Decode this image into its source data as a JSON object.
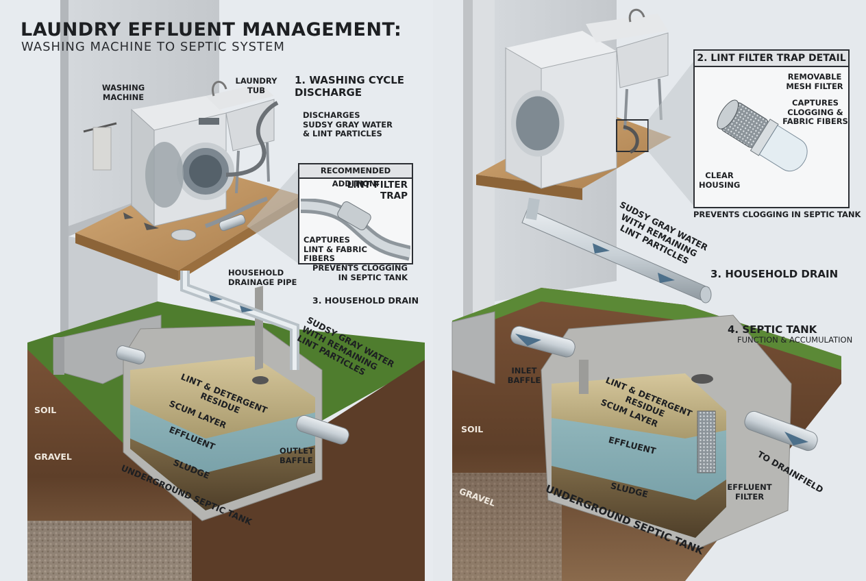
{
  "title": "LAUNDRY EFFLUENT MANAGEMENT:",
  "subtitle": "WASHING MACHINE TO SEPTIC SYSTEM",
  "left": {
    "washing_machine": "WASHING\nMACHINE",
    "laundry_tub": "LAUNDRY\nTUB",
    "step1": "1. WASHING CYCLE\nDISCHARGE",
    "discharge_note": "DISCHARGES\nSUDSY GRAY WATER\n& LINT PARTICLES",
    "callout": {
      "header": "RECOMMENDED ADDITION:",
      "title": "LINT FILTER\nTRAP",
      "captures": "CAPTURES\nLINT & FABRIC\nFIBERS"
    },
    "prevents": "PREVENTS CLOGGING\nIN SEPTIC TANK",
    "drainage_pipe": "HOUSEHOLD\nDRAINAGE PIPE",
    "step3": "3. HOUSEHOLD DRAIN",
    "sudsy": "SUDSY GRAY WATER\nWITH REMAINING\nLINT PARTICLES",
    "lint_residue": "LINT & DETERGENT\nRESIDUE",
    "scum": "SCUM LAYER",
    "effluent": "EFFLUENT",
    "sludge": "SLUDGE",
    "outlet_baffle": "OUTLET\nBAFFLE",
    "soil": "SOIL",
    "gravel": "GRAVEL",
    "tank": "UNDERGROUND SEPTIC TANK"
  },
  "right": {
    "callout": {
      "header": "2. LINT FILTER TRAP DETAIL",
      "removable": "REMOVABLE\nMESH FILTER",
      "captures": "CAPTURES\nCLOGGING &\nFABRIC FIBERS",
      "housing": "CLEAR\nHOUSING"
    },
    "prevents": "PREVENTS CLOGGING IN SEPTIC TANK",
    "sudsy": "SUDSY GRAY WATER\nWITH REMAINING\nLINT PARTICLES",
    "step3": "3. HOUSEHOLD DRAIN",
    "step4": "4. SEPTIC TANK",
    "step4_sub": "FUNCTION & ACCUMULATION",
    "inlet_baffle": "INLET\nBAFFLE",
    "lint_residue": "LINT & DETERGENT\nRESIDUE",
    "scum": "SCUM LAYER",
    "effluent": "EFFLUENT",
    "sludge": "SLUDGE",
    "effluent_filter": "EFFLUENT\nFILTER",
    "drainfield": "TO DRAINFIELD",
    "soil": "SOIL",
    "gravel": "GRAVEL",
    "tank": "UNDERGROUND SEPTIC TANK"
  },
  "colors": {
    "background": "#e7ebef",
    "grass": "#5f8a3a",
    "soil": "#6b4a32",
    "concrete": "#bfbfbc",
    "water": "#8fb3ba",
    "scum": "#b8aa7c",
    "sludge": "#6d5a3c",
    "wood": "#b98c5a"
  }
}
